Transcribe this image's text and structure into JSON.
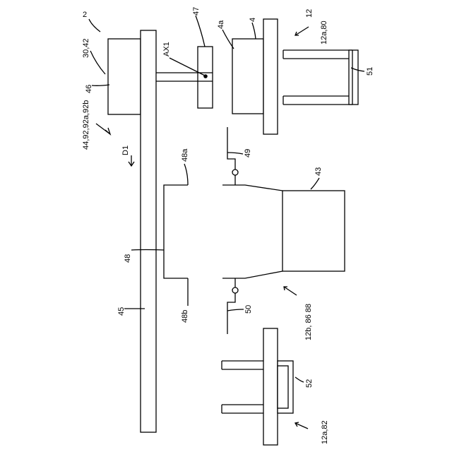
{
  "labels": {
    "l2": "2",
    "l30_42": "30,42",
    "l46": "46",
    "l44": "44,92,92a,92b",
    "lD1": "D1",
    "lAX1": "AX1",
    "l47": "47",
    "l4a": "4a",
    "l4": "4",
    "l12": "12",
    "l12a80": "12a,80",
    "l51": "51",
    "l48a": "48a",
    "l49": "49",
    "l43": "43",
    "l48": "48",
    "l45": "45",
    "l48b": "48b",
    "l50": "50",
    "l12b": "12b, 86 88",
    "l52": "52",
    "l12a82": "12a,82"
  },
  "colors": {
    "line": "#000000",
    "background": "#ffffff"
  }
}
